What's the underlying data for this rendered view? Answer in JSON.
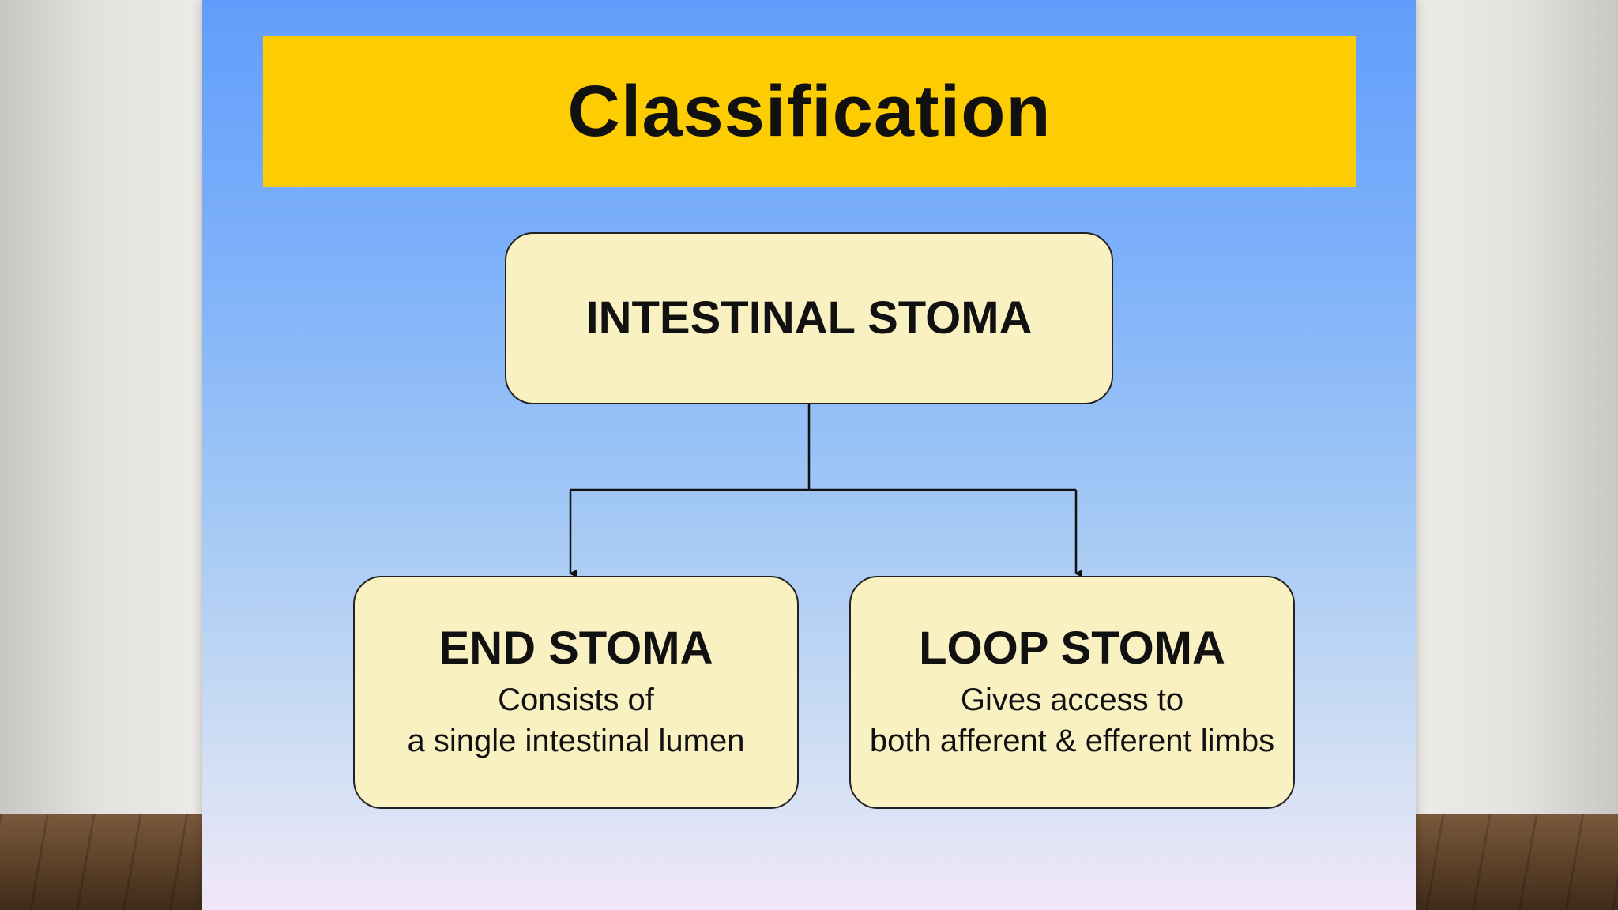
{
  "title": "Classification",
  "diagram": {
    "root": {
      "label": "INTESTINAL STOMA"
    },
    "children": [
      {
        "label": "END STOMA",
        "desc_line1": "Consists of",
        "desc_line2": "a single intestinal lumen"
      },
      {
        "label": "LOOP STOMA",
        "desc_line1": "Gives access to",
        "desc_line2": "both afferent & efferent limbs"
      }
    ]
  },
  "colors": {
    "title_bar": "#fecc02",
    "node_fill": "#faf1c3",
    "slide_top": "#629dfb",
    "slide_bottom": "#f1e7f9"
  }
}
